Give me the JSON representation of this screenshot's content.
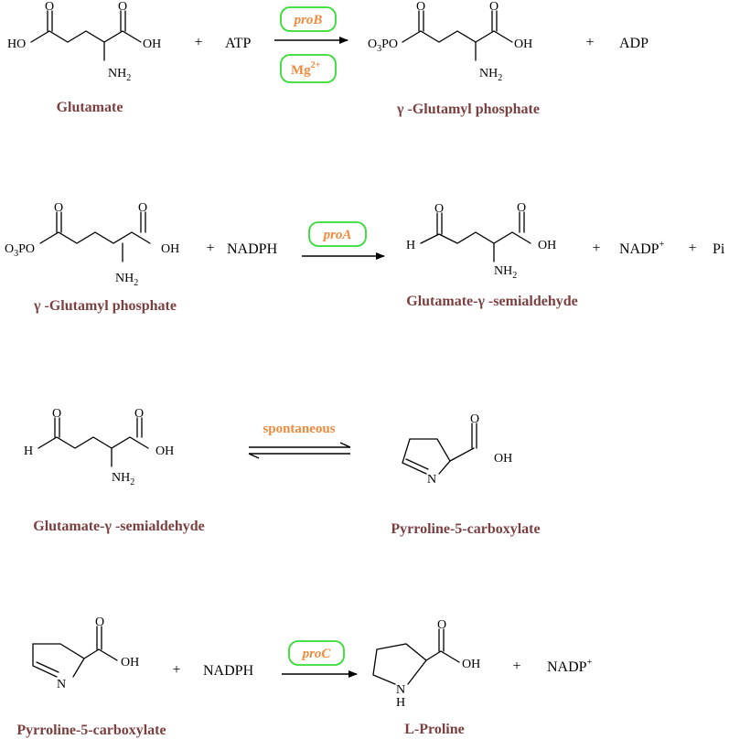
{
  "colors": {
    "name": "#7b3f3f",
    "enzyme": "#f08a3c",
    "box_border": "#33dd33"
  },
  "atoms": {
    "HO": "HO",
    "OH": "OH",
    "O": "O",
    "N": "N",
    "H": "H",
    "NH": "NH",
    "sub2": "2",
    "O3PO_pre": "O",
    "sub3": "3",
    "O3PO_post": "PO"
  },
  "reactions": [
    {
      "reactant_name": "Glutamate",
      "plus1": "+",
      "cofactor": "ATP",
      "enzyme": "proB",
      "cofactor_ion": "Mg",
      "cofactor_ion_charge": "2+",
      "product_name": "γ -Glutamyl phosphate",
      "plus2": "+",
      "byproduct": "ADP"
    },
    {
      "reactant_name": "γ -Glutamyl phosphate",
      "plus1": "+",
      "cofactor": "NADPH",
      "enzyme": "proA",
      "product_name": "Glutamate-γ -semialdehyde",
      "plus2": "+",
      "byproduct": "NADP",
      "byproduct_charge": "+",
      "plus3": "+",
      "byproduct2": "Pi"
    },
    {
      "reactant_name": "Glutamate-γ -semialdehyde",
      "condition": "spontaneous",
      "product_name": "Pyrroline-5-carboxylate"
    },
    {
      "reactant_name": "Pyrroline-5-carboxylate",
      "plus1": "+",
      "cofactor": "NADPH",
      "enzyme": "proC",
      "product_name": "L-Proline",
      "plus2": "+",
      "byproduct": "NADP",
      "byproduct_charge": "+"
    }
  ]
}
